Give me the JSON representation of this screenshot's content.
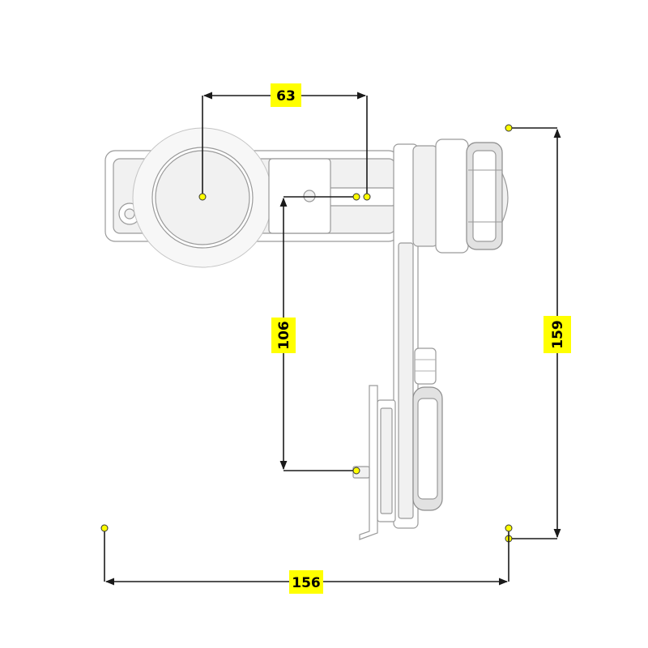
{
  "dimensions": {
    "d63": {
      "label": "63"
    },
    "d106": {
      "label": "106"
    },
    "d159": {
      "label": "159"
    },
    "d156": {
      "label": "156"
    }
  },
  "colors": {
    "label_bg": "#ffff00",
    "dim_line": "#1a1a1a",
    "part_stroke": "#9a9a9a"
  }
}
